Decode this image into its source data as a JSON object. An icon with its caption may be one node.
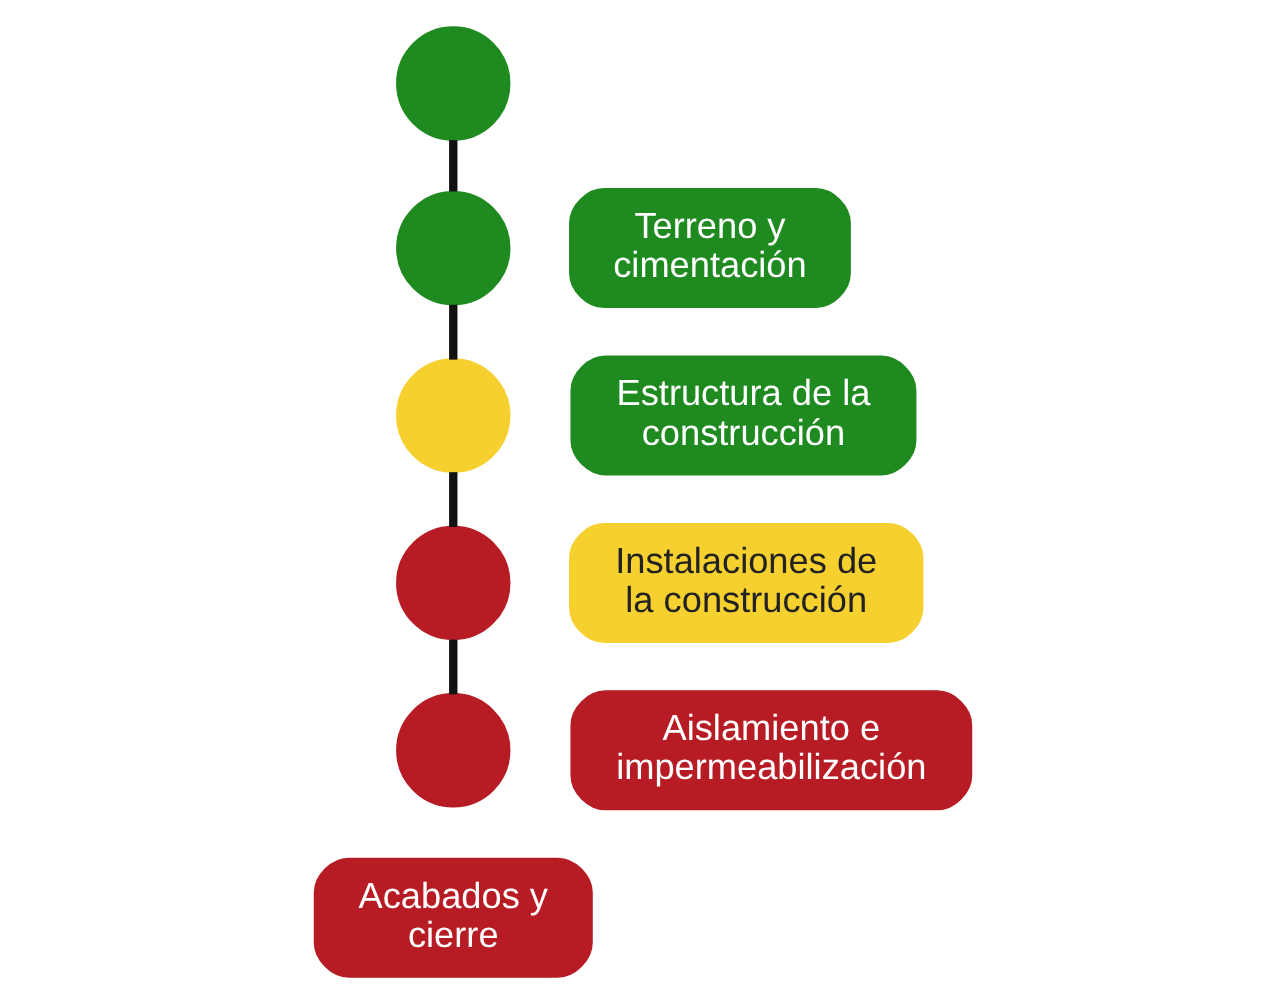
{
  "diagram": {
    "nodes": [
      {
        "text": [],
        "shape": "circle"
      },
      {
        "text": [
          "Terreno y cimentación"
        ]
      },
      {
        "text": [],
        "shape": "circle"
      },
      {
        "text": [
          "Estructura de la construcción"
        ]
      },
      {
        "text": [],
        "shape": "circle"
      },
      {
        "text": [
          "Instalaciones de la construcción"
        ]
      },
      {
        "text": [],
        "shape": "circle"
      },
      {
        "text": [
          "Aislamiento e impermeabilización"
        ]
      },
      {
        "text": [],
        "shape": "circle"
      },
      {
        "text": [
          "Acabados y cierre"
        ]
      }
    ],
    "edges": [
      {
        "from": 0,
        "to": 2,
        "arrow": "none"
      },
      {
        "from": 2,
        "to": 4,
        "arrow": "none"
      },
      {
        "from": 4,
        "to": 6,
        "arrow": "none"
      },
      {
        "from": 6,
        "to": 8,
        "arrow": "none"
      }
    ]
  }
}
